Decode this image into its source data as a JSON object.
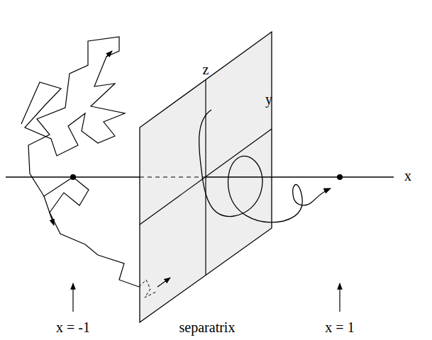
{
  "diagram": {
    "labels": [
      "z",
      "y",
      "x",
      "x = -1",
      "separatrix",
      "x = 1"
    ]
  }
}
